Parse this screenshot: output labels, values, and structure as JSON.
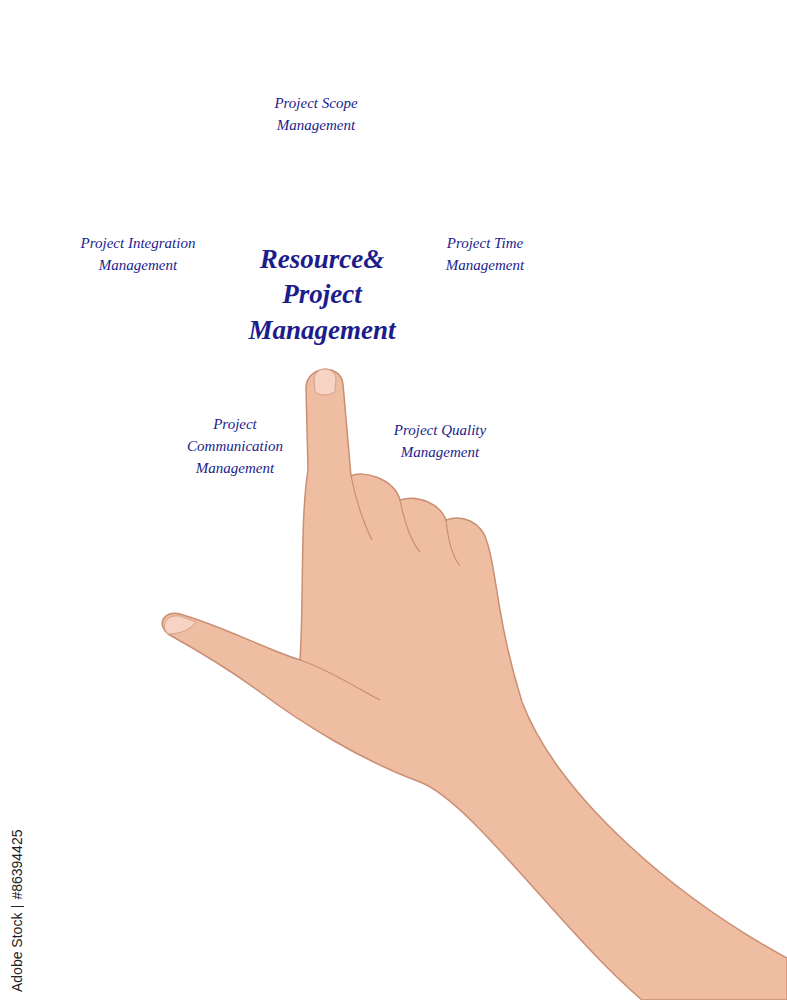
{
  "diagram": {
    "nodes": [
      {
        "text": [
          "Project Scope Management"
        ]
      },
      {
        "text": [
          "Project Integration Management"
        ]
      },
      {
        "text": [
          "Resource& Project Management"
        ]
      },
      {
        "text": [
          "Project Time Management"
        ]
      },
      {
        "text": [
          "Project Communication Management"
        ]
      },
      {
        "text": [
          "Project Quality Management"
        ]
      }
    ],
    "labels": [
      "Adobe Stock",
      "#86394425"
    ]
  }
}
